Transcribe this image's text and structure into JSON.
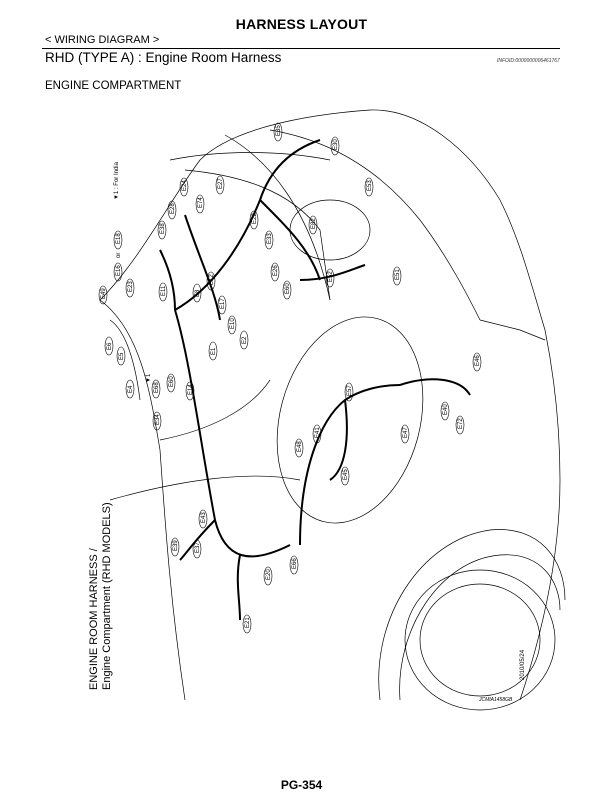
{
  "header": {
    "title": "HARNESS LAYOUT",
    "breadcrumb": "< WIRING DIAGRAM >",
    "section": "RHD (TYPE A) : Engine Room Harness",
    "info_id": "INFOID:0000000006461767"
  },
  "diagram": {
    "area_label": "ENGINE COMPARTMENT",
    "side_title_line1": "ENGINE ROOM HARNESS /",
    "side_title_line2": "Engine Compartment (RHD MODELS)",
    "date": "2010/05/24",
    "figure_code": "JCMIA1458GB",
    "note": "▼1 : For India",
    "or_text": "or",
    "star": "▼1",
    "connectors": [
      "E35",
      "E30",
      "E53",
      "E24",
      "E27",
      "E74",
      "E28",
      "E38",
      "E22",
      "E33",
      "E82",
      "E18",
      "E16",
      "E26",
      "E60",
      "E52",
      "E51",
      "E49",
      "E23",
      "E11",
      "E12",
      "E8",
      "E17",
      "E10",
      "E2",
      "E1",
      "E6",
      "E5",
      "E4",
      "E68",
      "E60",
      "E14",
      "E34",
      "E57",
      "E46",
      "E40",
      "E72",
      "E41",
      "E48",
      "E45",
      "E47",
      "E43",
      "E39",
      "E37",
      "E20",
      "E66",
      "E21",
      "E31",
      "E40"
    ]
  },
  "footer": {
    "page": "PG-354"
  }
}
